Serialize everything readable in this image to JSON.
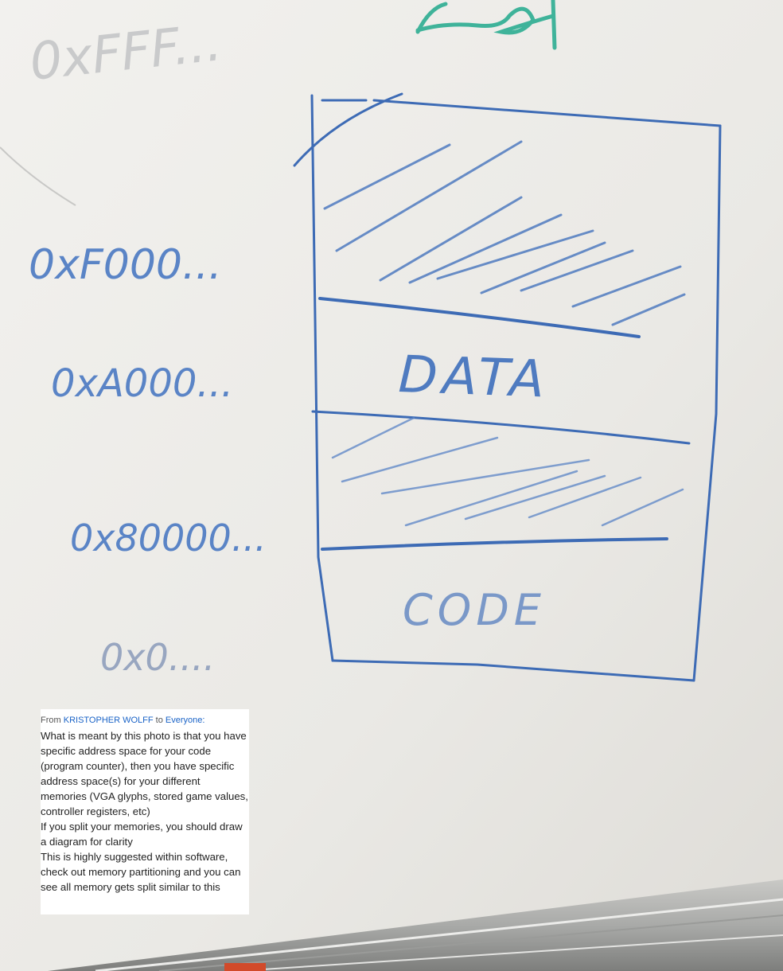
{
  "whiteboard": {
    "address_labels": [
      {
        "id": "top",
        "text": "0xFFF..."
      },
      {
        "id": "f000",
        "text": "0xF000..."
      },
      {
        "id": "a000",
        "text": "0xA000..."
      },
      {
        "id": "80000",
        "text": "0x80000..."
      },
      {
        "id": "zero",
        "text": "0x0...."
      }
    ],
    "regions": {
      "data_label": "DATA",
      "code_label": "CODE"
    },
    "colors": {
      "marker_blue": "#3d6bb5",
      "marker_green": "#3fb39a",
      "board": "#ecebe7"
    }
  },
  "chat": {
    "from_prefix": "From",
    "sender": "KRISTOPHER WOLFF",
    "to_word": "to",
    "recipient": "Everyone:",
    "paragraphs": [
      "What is meant by this photo is that you have specific address space for your code (program counter), then you have specific address space(s) for your different memories (VGA glyphs, stored game values, controller registers, etc)",
      "If you split your memories, you should draw a diagram for clarity",
      "This is highly suggested within software, check out memory partitioning and you can see all memory gets split similar to this"
    ]
  }
}
